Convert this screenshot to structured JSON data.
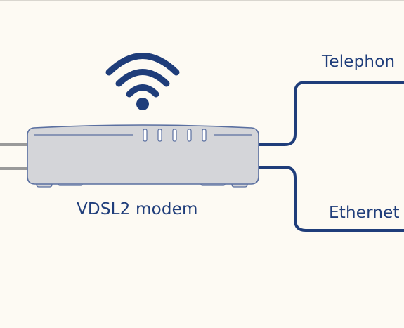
{
  "labels": {
    "modem": "VDSL2 modem",
    "telephone": "Telephon",
    "ethernet": "Ethernet"
  },
  "colors": {
    "background": "#fdfaf3",
    "navy": "#1f3d7a",
    "device_fill": "#d4d5d9",
    "device_stroke": "#5a6fa0",
    "grey_cable": "#9a9a9a"
  },
  "icons": [
    "wifi-icon",
    "modem-device"
  ]
}
